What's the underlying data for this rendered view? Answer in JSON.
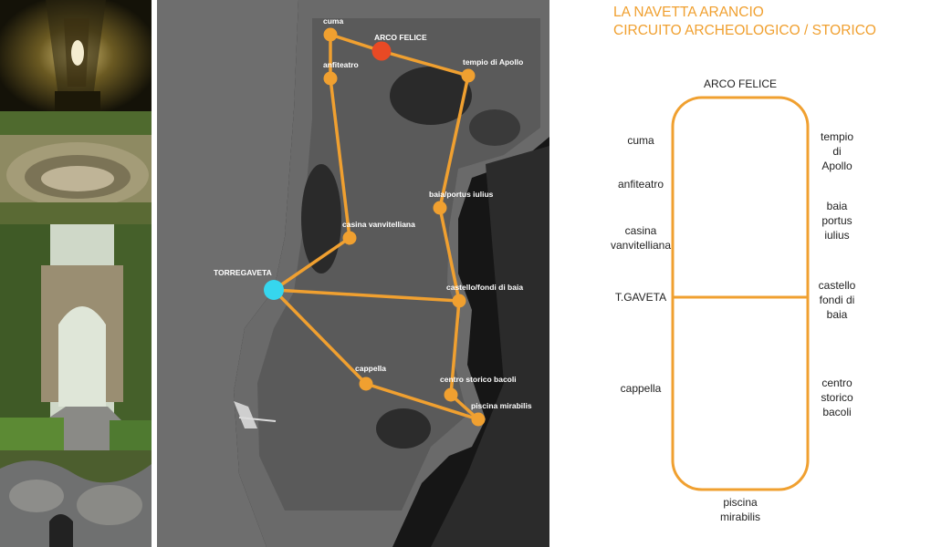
{
  "title": {
    "line1": "LA NAVETTA ARANCIO",
    "line2": "CIRCUITO ARCHEOLOGICO / STORICO"
  },
  "colors": {
    "route": "#f0a030",
    "start_marker": "#e84a25",
    "terminal_marker": "#36d6ee"
  },
  "map": {
    "stops": [
      {
        "id": "cuma",
        "label": "cuma"
      },
      {
        "id": "arco-felice",
        "label": "ARCO FELICE"
      },
      {
        "id": "anfiteatro",
        "label": "anfiteatro"
      },
      {
        "id": "tempio-apollo",
        "label": "tempio di Apollo"
      },
      {
        "id": "baia",
        "label": "baia/portus iulius"
      },
      {
        "id": "casina",
        "label": "casina vanvitelliana"
      },
      {
        "id": "torregaveta",
        "label": "TORREGAVETA"
      },
      {
        "id": "castello",
        "label": "castello/fondi di baia"
      },
      {
        "id": "cappella",
        "label": "cappella"
      },
      {
        "id": "centro-storico",
        "label": "centro storico bacoli"
      },
      {
        "id": "piscina",
        "label": "piscina mirabilis"
      }
    ]
  },
  "diagram": {
    "top": "ARCO FELICE",
    "bottom": [
      "piscina",
      "mirabilis"
    ],
    "left": [
      {
        "id": "cuma",
        "lines": [
          "cuma"
        ]
      },
      {
        "id": "anfiteatro",
        "lines": [
          "anfiteatro"
        ]
      },
      {
        "id": "casina",
        "lines": [
          "casina",
          "vanvitelliana"
        ]
      },
      {
        "id": "tgaveta",
        "lines": [
          "T.GAVETA"
        ]
      },
      {
        "id": "cappella",
        "lines": [
          "cappella"
        ]
      }
    ],
    "right": [
      {
        "id": "tempio",
        "lines": [
          "tempio",
          "di",
          "Apollo"
        ]
      },
      {
        "id": "baia",
        "lines": [
          "baia",
          "portus",
          "iulius"
        ]
      },
      {
        "id": "castello",
        "lines": [
          "castello",
          "fondi di",
          "baia"
        ]
      },
      {
        "id": "centro",
        "lines": [
          "centro",
          "storico",
          "bacoli"
        ]
      }
    ]
  }
}
